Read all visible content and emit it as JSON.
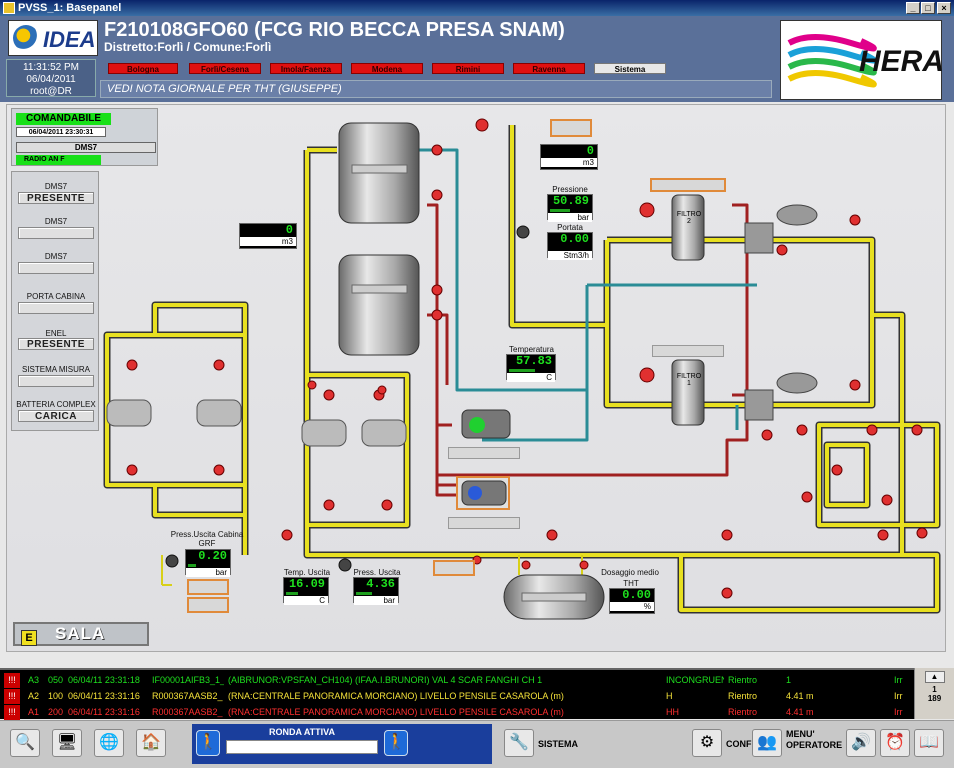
{
  "window": {
    "title": "PVSS_1: Basepanel",
    "buttons": [
      "_",
      "□",
      "×"
    ]
  },
  "header": {
    "logo_text": "IDEA",
    "station_title": "F210108GFO60  (FCG RIO BECCA PRESA SNAM)",
    "district": "Distretto:Forlì  /  Comune:Forlì",
    "time": "11:31:52 PM",
    "date": "06/04/2011",
    "user": "root@DR",
    "areas": [
      "Bologna",
      "Forlì/Cesena",
      "Imola/Faenza",
      "Modena",
      "Rimini",
      "Ravenna",
      "Sistema"
    ],
    "note": "VEDI NOTA GIORNALE PER THT (GIUSEPPE)",
    "brand": "HERA"
  },
  "status_panel": {
    "mode": "COMANDABILE",
    "mode_timestamp": "06/04/2011 23:30:31",
    "rtu": "DMS7",
    "radio": "RADIO AN F"
  },
  "left_status": [
    {
      "label": "DMS7",
      "value": "PRESENTE"
    },
    {
      "label": "DMS7",
      "value": ""
    },
    {
      "label": "DMS7",
      "value": ""
    },
    {
      "label": "PORTA CABINA",
      "value": ""
    },
    {
      "label": "ENEL",
      "value": "PRESENTE"
    },
    {
      "label": "SISTEMA MISURA",
      "value": ""
    },
    {
      "label": "BATTERIA COMPLEX",
      "value": "CARICA"
    }
  ],
  "sala_button": {
    "tag": "E",
    "label": "SALA"
  },
  "meters": {
    "volume_left": {
      "value": "0",
      "unit": "m3",
      "fill": 0
    },
    "volume_top": {
      "value": "0",
      "unit": "m3",
      "fill": 0
    },
    "pressione": {
      "label": "Pressione",
      "value": "50.89",
      "unit": "bar",
      "fill": 0.5
    },
    "portata": {
      "label": "Portata",
      "value": "0.00",
      "unit": "Stm3/h",
      "fill": 0
    },
    "temperatura": {
      "label": "Temperatura",
      "value": "57.83",
      "unit": "C",
      "fill": 0.6
    },
    "press_cabina": {
      "label": "Press.Uscita Cabina",
      "sub": "GRF",
      "value": "0.20",
      "unit": "bar",
      "fill": 0.2
    },
    "temp_uscita": {
      "label": "Temp. Uscita",
      "value": "16.09",
      "unit": "C",
      "fill": 0.3
    },
    "press_uscita": {
      "label": "Press. Uscita",
      "value": "4.36",
      "unit": "bar",
      "fill": 0.4
    },
    "dosaggio": {
      "label": "Dosaggio medio",
      "sub": "THT",
      "value": "0.00",
      "unit": "%",
      "fill": 0
    }
  },
  "filters": [
    {
      "label": "FILTRO",
      "num": "2"
    },
    {
      "label": "FILTRO",
      "num": "1"
    }
  ],
  "alarms": [
    {
      "mark": "!!!",
      "level": "A3",
      "prio": "050",
      "time": "06/04/11 23:31:18",
      "code": "IF00001AIFB3_1_",
      "text": "(AIBRUNOR:VPSFAN_CH104) (IFAA.I.BRUNORI) VAL 4 SCAR FANGHI CH 1",
      "state": "INCONGRUEN",
      "action": "Rientro",
      "value": "1",
      "flag": "Irr",
      "color": "#1ee01e"
    },
    {
      "mark": "!!!",
      "level": "A2",
      "prio": "100",
      "time": "06/04/11 23:31:16",
      "code": "R000367AASB2_",
      "text": "(RNA:CENTRALE PANORAMICA MORCIANO) LIVELLO PENSILE CASAROLA (m)",
      "state": "H",
      "action": "Rientro",
      "value": "4.41 m",
      "flag": "Irr",
      "color": "#f5e23a"
    },
    {
      "mark": "!!!",
      "level": "A1",
      "prio": "200",
      "time": "06/04/11 23:31:16",
      "code": "R000367AASB2_",
      "text": "(RNA:CENTRALE PANORAMICA MORCIANO) LIVELLO PENSILE CASAROLA (m)",
      "state": "HH",
      "action": "Rientro",
      "value": "4.41 m",
      "flag": "Irr",
      "color": "#ff3030"
    }
  ],
  "alarm_nav": {
    "page": "1",
    "total": "189"
  },
  "toolbar": {
    "ronda_label": "RONDA ATTIVA",
    "sistema": "SISTEMA",
    "conf": "CONF",
    "menu": "MENU'",
    "operatore": "OPERATORE"
  },
  "colors": {
    "pipe_yellow": "#e8e020",
    "pipe_red": "#a02020",
    "pipe_teal": "#2a8c96",
    "meter_green": "#1ee01e"
  }
}
